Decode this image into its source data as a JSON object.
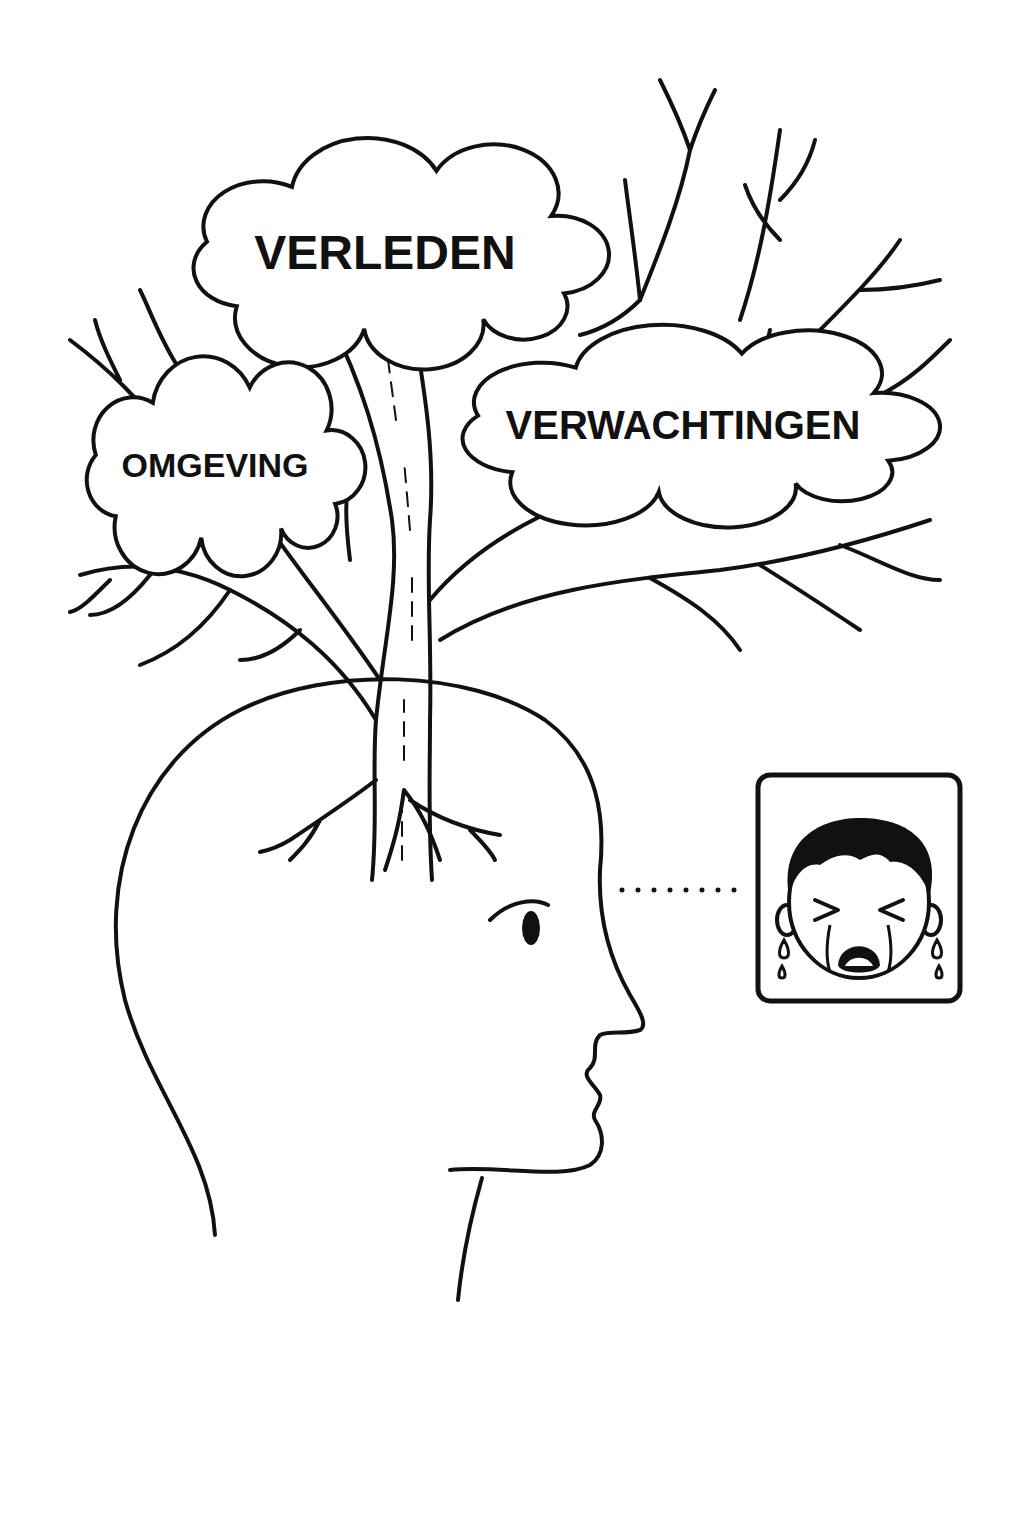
{
  "diagram": {
    "nodes": [
      {
        "text": [
          "VERLEDEN"
        ]
      },
      {
        "text": [
          "OMGEVING"
        ]
      },
      {
        "text": [
          "VERWACHTINGEN"
        ]
      }
    ]
  }
}
